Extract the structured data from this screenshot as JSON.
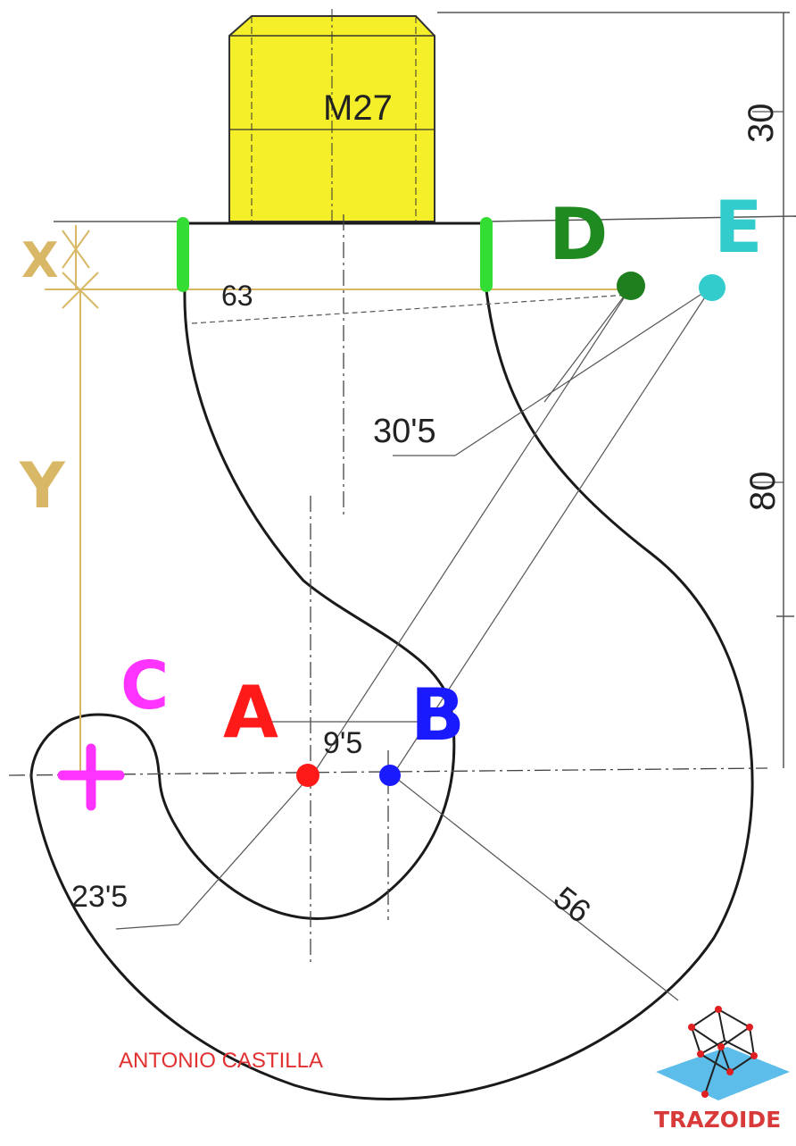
{
  "bolt": {
    "label": "M27"
  },
  "dimensions": {
    "d30": "30",
    "d80": "80",
    "d63": "63",
    "d30_5": "30'5",
    "d9_5": "9'5",
    "d23_5": "23'5",
    "d56": "56"
  },
  "points": {
    "A": "A",
    "B": "B",
    "C": "C",
    "D": "D",
    "E": "E"
  },
  "markers": {
    "x": "X",
    "y": "Y"
  },
  "author": "ANTONIO CASTILLA",
  "logo": {
    "text": "TRAZOIDE"
  },
  "colors": {
    "bolt_fill": "#f5ef2a",
    "A": "#ff1a1a",
    "B": "#1a1aff",
    "C": "#ff33ff",
    "D": "#1f8a1f",
    "E": "#33cccc",
    "marker": "#d8b866",
    "limit_marks": "#33dd33",
    "author": "#e03030",
    "logo": "#d83a3a"
  }
}
